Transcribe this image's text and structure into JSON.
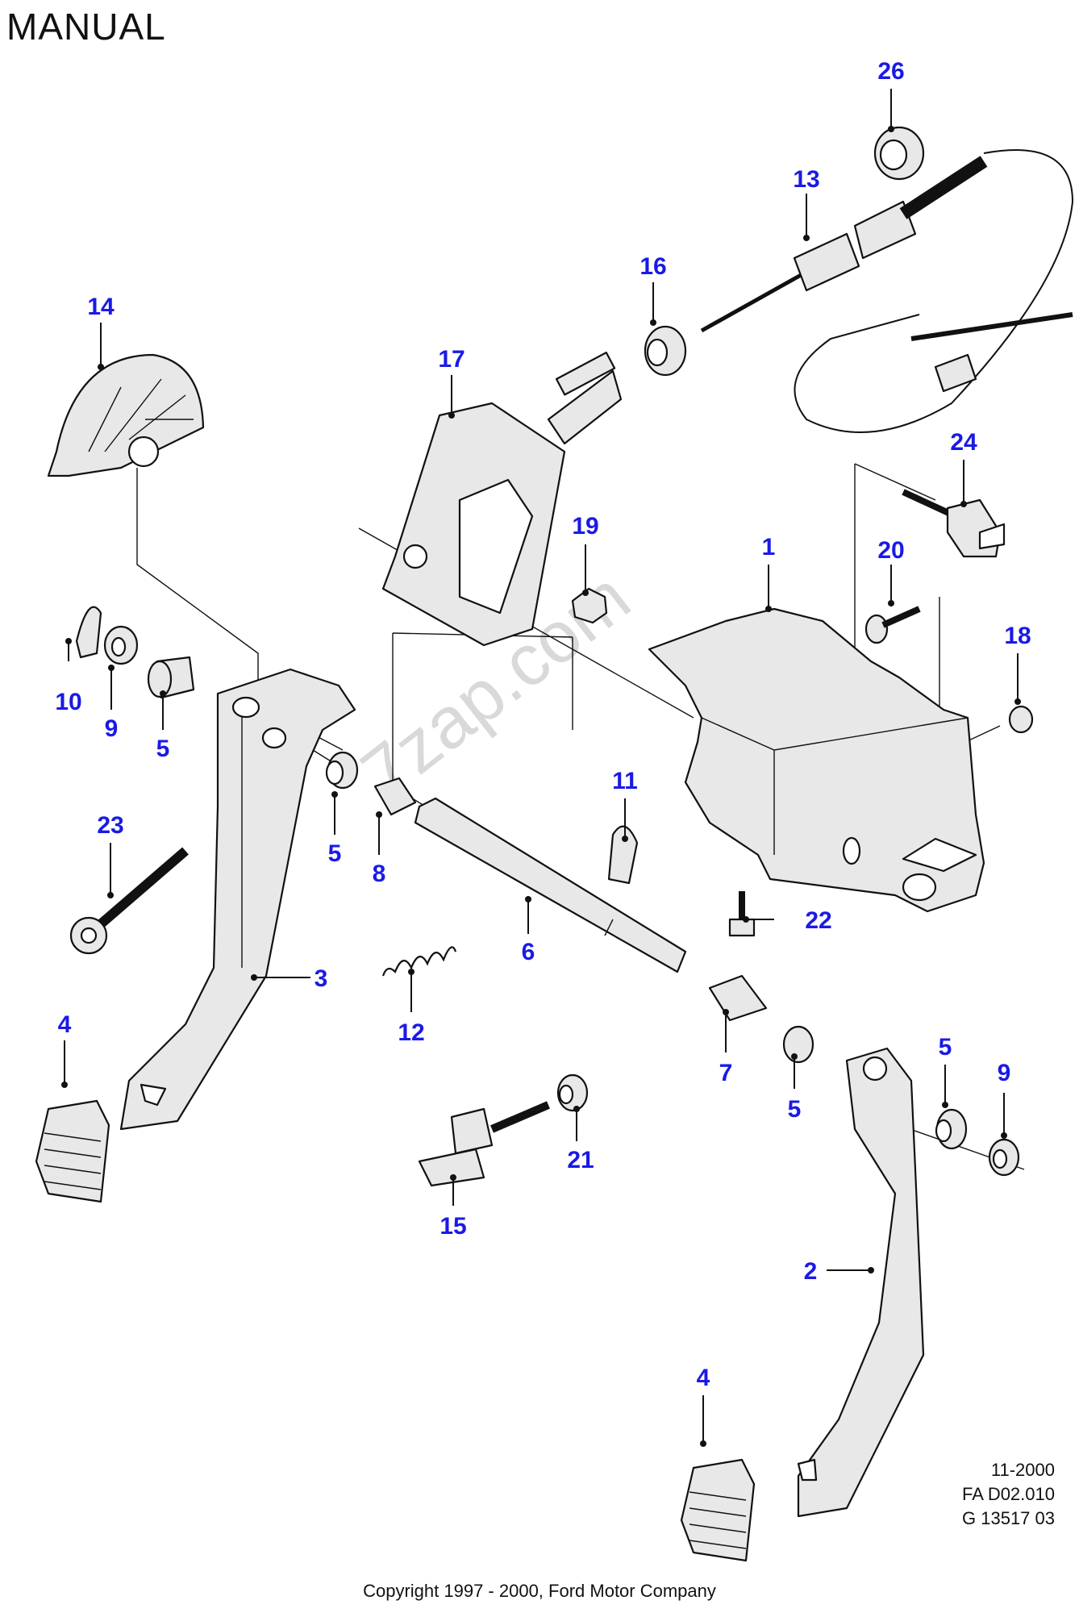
{
  "title": "MANUAL",
  "watermark": "7zap.com",
  "meta": {
    "date": "11-2000",
    "ref1": "FA D02.010",
    "ref2": "G 13517 03"
  },
  "copyright": "Copyright 1997 - 2000, Ford Motor Company",
  "callouts": {
    "c1": "1",
    "c2": "2",
    "c3": "3",
    "c4a": "4",
    "c4b": "4",
    "c5a": "5",
    "c5b": "5",
    "c5c": "5",
    "c5d": "5",
    "c6": "6",
    "c7": "7",
    "c8": "8",
    "c9a": "9",
    "c9b": "9",
    "c10": "10",
    "c11": "11",
    "c12": "12",
    "c13": "13",
    "c14": "14",
    "c15": "15",
    "c16": "16",
    "c17": "17",
    "c18": "18",
    "c19": "19",
    "c20": "20",
    "c21": "21",
    "c22": "22",
    "c23": "23",
    "c24": "24",
    "c26": "26"
  },
  "colors": {
    "callout": "#1a1ae6",
    "line": "#111111"
  }
}
